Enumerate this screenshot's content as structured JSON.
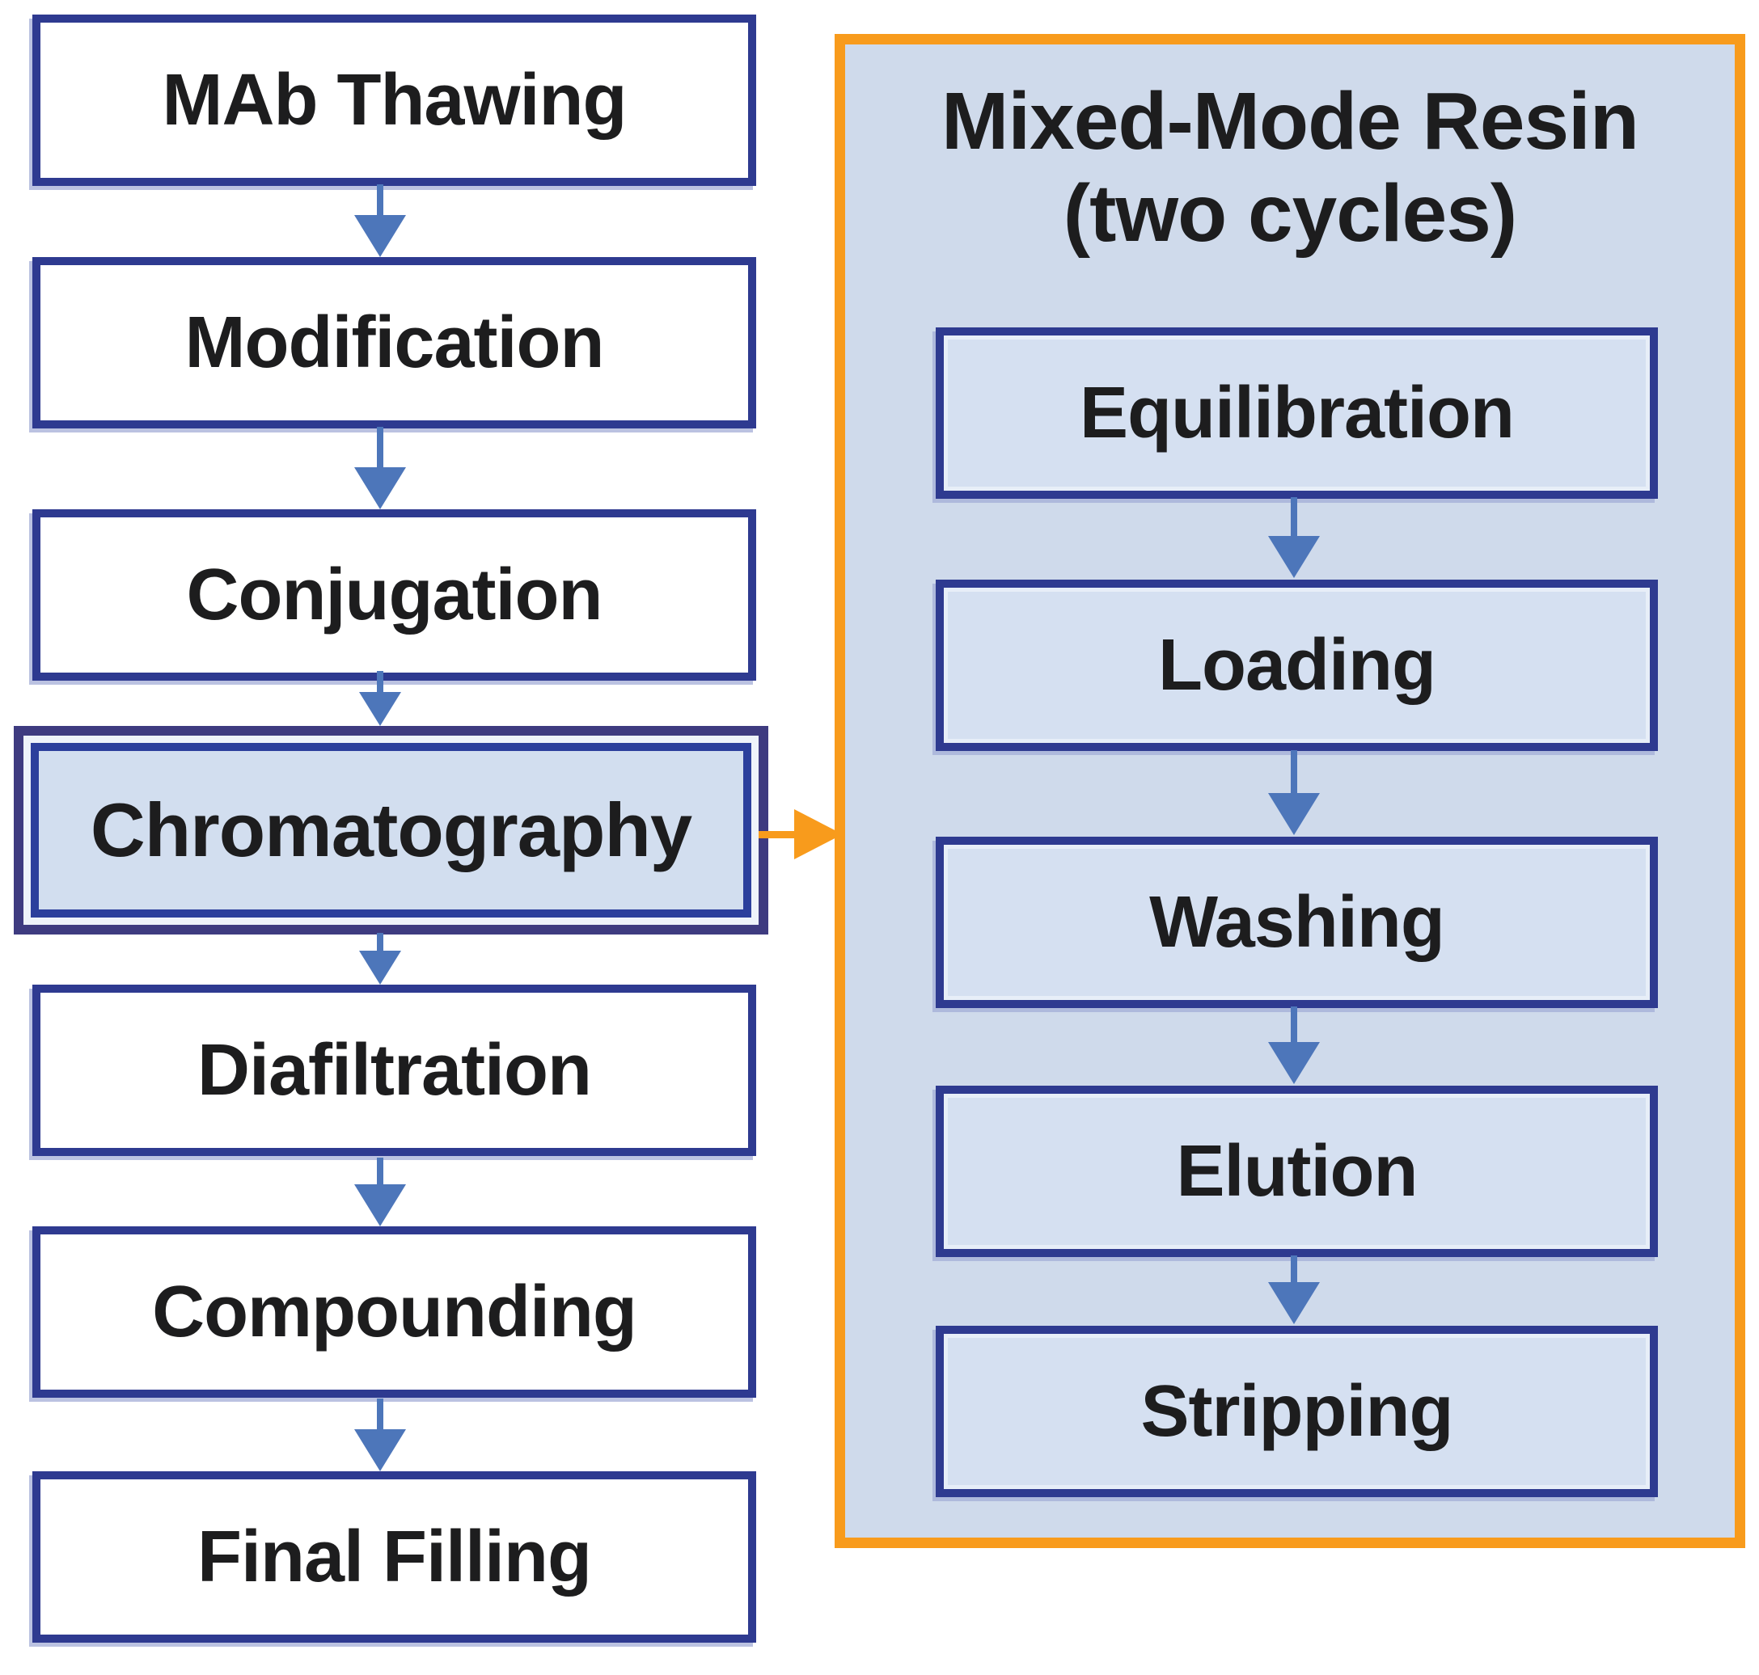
{
  "diagram": {
    "left_column": {
      "steps": [
        {
          "label": "MAb Thawing",
          "highlighted": false
        },
        {
          "label": "Modification",
          "highlighted": false
        },
        {
          "label": "Conjugation",
          "highlighted": false
        },
        {
          "label": "Chromatography",
          "highlighted": true
        },
        {
          "label": "Diafiltration",
          "highlighted": false
        },
        {
          "label": "Compounding",
          "highlighted": false
        },
        {
          "label": "Final Filling",
          "highlighted": false
        }
      ]
    },
    "panel": {
      "title_line1": "Mixed-Mode Resin",
      "title_line2": "(two cycles)",
      "steps": [
        {
          "label": "Equilibration"
        },
        {
          "label": "Loading"
        },
        {
          "label": "Washing"
        },
        {
          "label": "Elution"
        },
        {
          "label": "Stripping"
        }
      ]
    },
    "colors": {
      "box_border_navy": "#2e3a90",
      "highlight_outer_border": "#3e3b80",
      "highlight_inner_border": "#2b3f9c",
      "panel_background": "#cfdaeb",
      "inner_box_background": "#d5e0f1",
      "highlight_background": "#d2deef",
      "arrow_blue": "#4d76ba",
      "accent_orange": "#f89b1c",
      "text_black": "#1d1d1e"
    }
  }
}
